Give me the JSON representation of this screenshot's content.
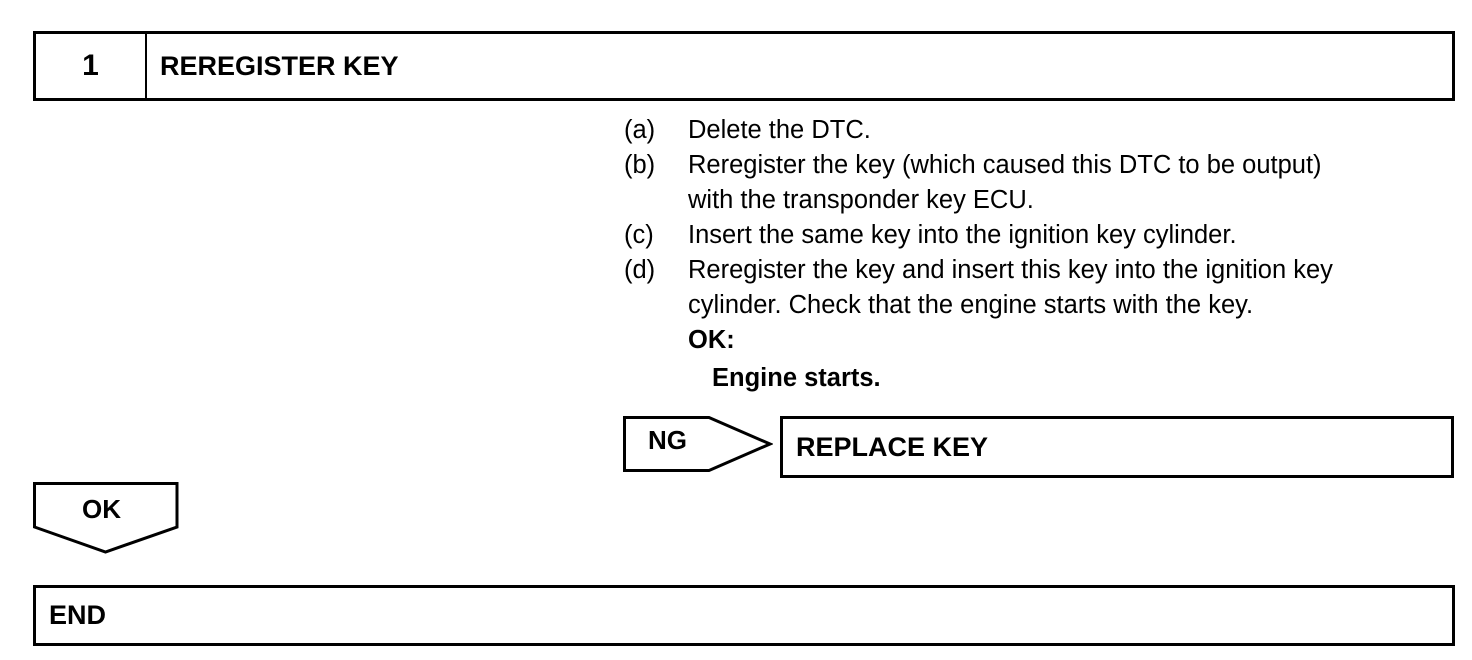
{
  "step": {
    "number": "1",
    "title": "REREGISTER KEY"
  },
  "instructions": [
    {
      "label": "(a)",
      "text": "Delete the DTC."
    },
    {
      "label": "(b)",
      "text": "Reregister the key (which caused this DTC to be output)\nwith the transponder key ECU."
    },
    {
      "label": "(c)",
      "text": "Insert the same key into the ignition key cylinder."
    },
    {
      "label": "(d)",
      "text": "Reregister the key and insert this key into the ignition key\ncylinder. Check that the engine starts with the key."
    }
  ],
  "check": {
    "ok_heading": "OK:",
    "ok_result": "Engine starts."
  },
  "ng_branch": {
    "label": "NG",
    "action": "REPLACE KEY"
  },
  "ok_branch": {
    "label": "OK"
  },
  "end": {
    "label": "END"
  }
}
